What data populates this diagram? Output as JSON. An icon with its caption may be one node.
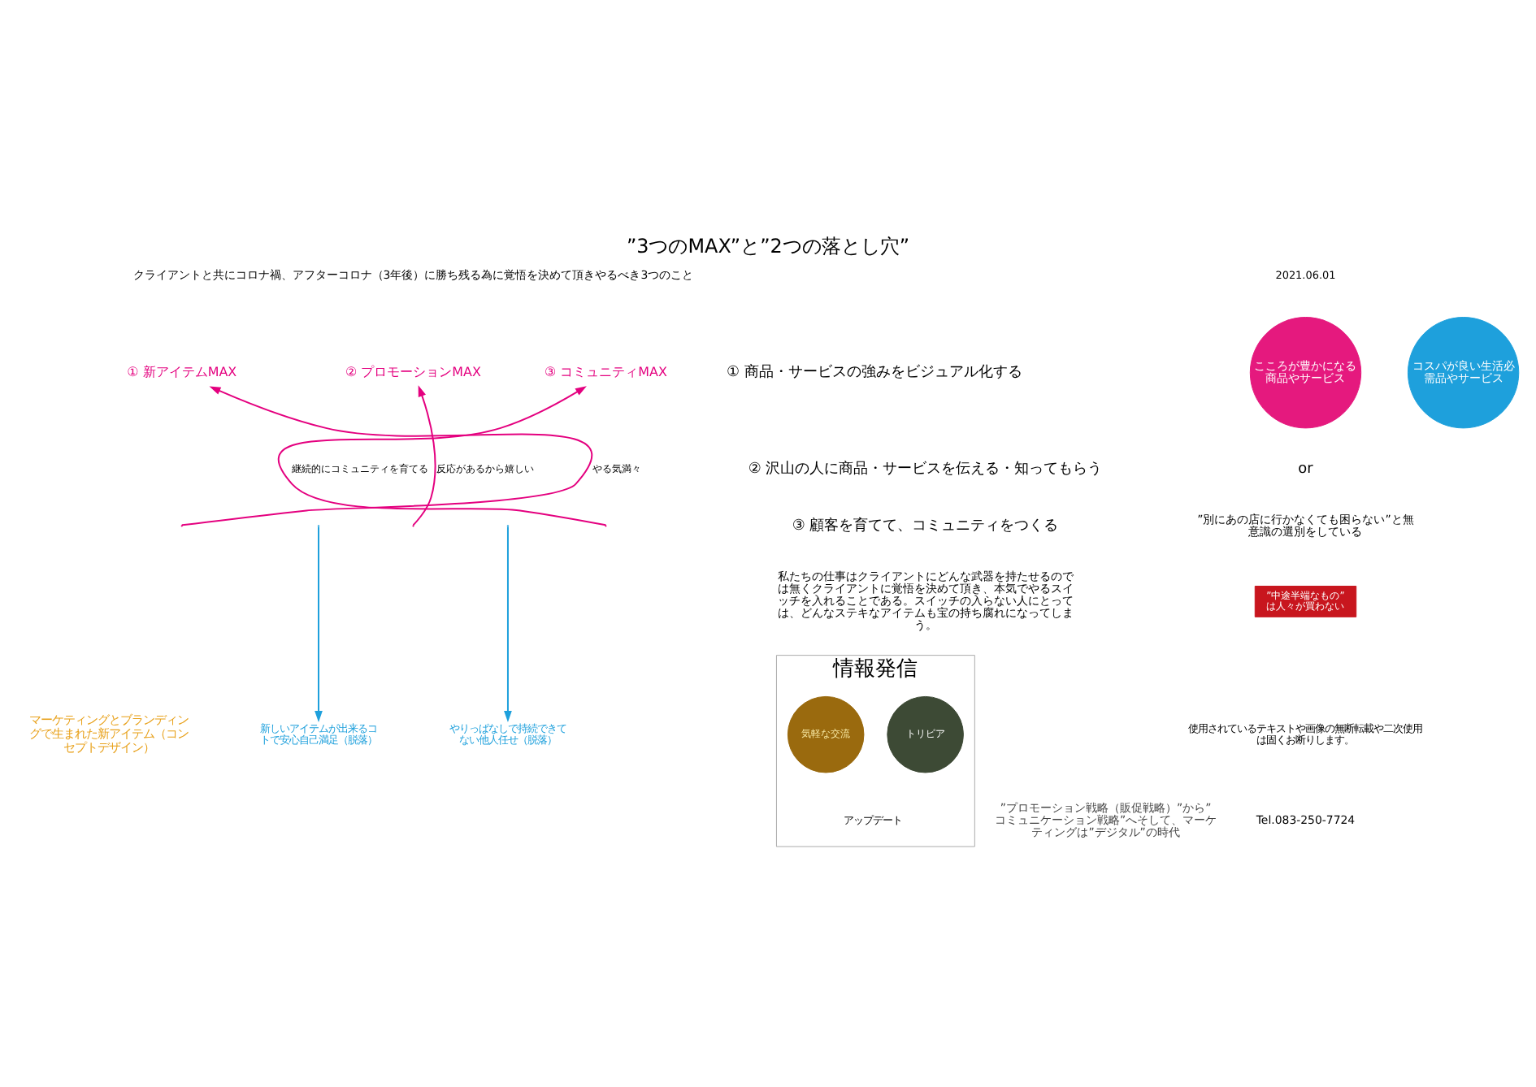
{
  "diagram": {
    "title": "”3つのMAX”と”2つの落とし穴”",
    "nodes": [
      {
        "text": [
          "① 新アイテムMAX"
        ]
      },
      {
        "text": [
          "② プロモーションMAX"
        ]
      },
      {
        "text": [
          "③ コミュニティMAX"
        ]
      },
      {
        "text": [
          "新しいアイテムが出来るコトで安心自己満足（脱落）"
        ]
      },
      {
        "text": [
          "やりっぱなしで持続できてない他人任せ（脱落）"
        ]
      },
      {
        "text": [
          "情報発信",
          "アップデート"
        ]
      },
      {
        "text": [
          "トリピア"
        ],
        "in": 5
      },
      {
        "text": [
          "気軽な交流"
        ],
        "in": 5
      },
      {
        "text": [
          "こころが豊かになる商品やサービス"
        ]
      },
      {
        "text": [
          "コスパが良い生活必需品やサービス"
        ]
      },
      {
        "text": [
          "”中途半端なもの”",
          "は人々が買わない"
        ]
      }
    ],
    "edges": [
      {
        "from": null,
        "to": 0,
        "label": "やる気満々",
        "arrow": "to",
        "color": "#e4007f"
      },
      {
        "from": null,
        "to": 1,
        "label": "反応があるから嬉しい",
        "arrow": "to",
        "color": "#e4007f"
      },
      {
        "from": null,
        "to": 2,
        "label": "継続的にコミュニティを育てる",
        "arrow": "to",
        "color": "#e4007f"
      },
      {
        "from": null,
        "to": 3,
        "arrow": "to",
        "color": "#1ea0dc"
      },
      {
        "from": null,
        "to": 4,
        "arrow": "to",
        "color": "#1ea0dc"
      }
    ],
    "labels": [
      "クライアントと共にコロナ禍、アフターコロナ（3年後）に勝ち残る為に覚悟を決めて頂きやるべき3つのこと",
      "2021.06.01",
      "① 商品・サービスの強みをビジュアル化する",
      "② 沢山の人に商品・サービスを伝える・知ってもらう",
      "③ 顧客を育てて、コミュニティをつくる",
      "私たちの仕事はクライアントにどんな武器を持たせるのでは無くクライアントに覚悟を決めて頂き、本気でやるスイッチを入れることである。スイッチの入らない人にとっては、どんなステキなアイテムも宝の持ち腐れになってしまう。",
      "”プロモーション戦略（販促戦略）”から”コミュニケーション戦略”へそして、マーケティングは”デジタル”の時代",
      "マーケティングとブランディングで生まれた新アイテム（コンセプトデザイン）",
      "or",
      "”別にあの店に行かなくても困らない”と無意識の選別をしている",
      "使用されているテキストや画像の無断転載や二次使用は固くお断りします。",
      "Tel.083-250-7724"
    ]
  }
}
